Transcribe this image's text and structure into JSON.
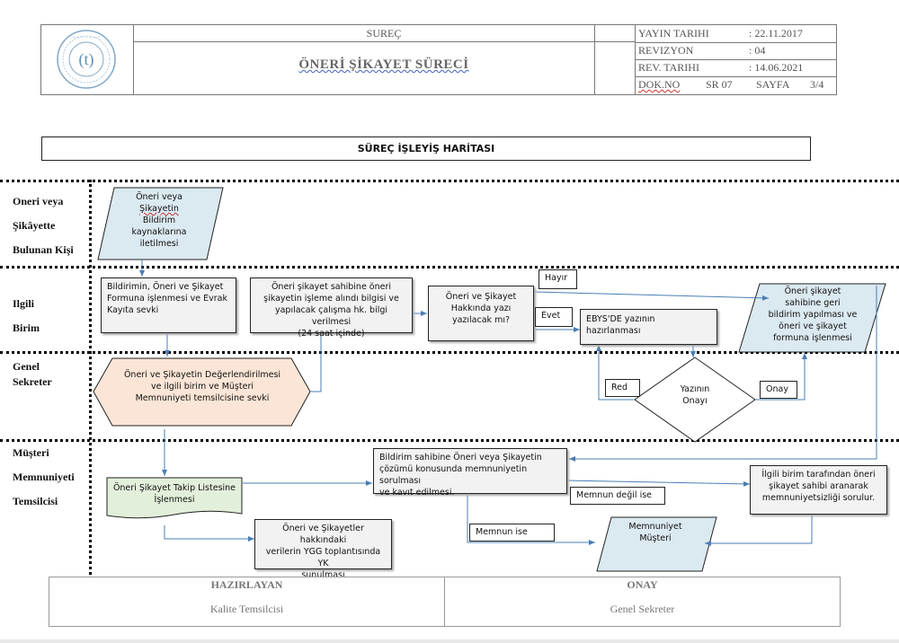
{
  "header": {
    "surec_label": "SUREÇ",
    "title": "ÖNERİ ŞİKAYET SÜRECİ",
    "meta": [
      {
        "key": "YAYIN TARIHI",
        "value": ": 22.11.2017"
      },
      {
        "key": "REVIZYON",
        "value": ": 04"
      },
      {
        "key": "REV. TARIHI",
        "value": ": 14.06.2021"
      }
    ],
    "dok_no_label": "DOK.NO",
    "dok_no_value": "SR 07",
    "sayfa_label": "SAYFA",
    "sayfa_value": "3/4"
  },
  "map_title": "SÜREÇ İŞLEYİŞ HARİTASI",
  "lanes": [
    {
      "lines": [
        "Oneri veya",
        "Şikâyette",
        "Bulunan Kişi"
      ]
    },
    {
      "lines": [
        "Ilgili",
        "Birim"
      ]
    },
    {
      "lines": [
        "Genel",
        "Sekreter"
      ]
    },
    {
      "lines": [
        "Müşteri",
        "Memnuniyeti",
        "Temsilcisi"
      ]
    }
  ],
  "nodes": {
    "start": [
      "Öneri veya",
      "Şikayetin",
      "Bildirim",
      "kaynaklarına",
      "iletilmesi"
    ],
    "register": [
      "Bildirimin, Öneri ve Şikayet",
      "Formuna işlenmesi ve Evrak",
      "Kayıta sevki"
    ],
    "inform": [
      "Öneri şikayet sahibine öneri",
      "şikayetin işleme alındı bilgisi ve",
      "yapılacak çalışma hk. bilgi verilmesi",
      "(24 saat içinde)"
    ],
    "decision_written": [
      "Öneri ve Şikayet",
      "Hakkında yazı",
      "yazılacak mı?"
    ],
    "ebys": "EBYS'DE yazının hazırlanması",
    "feedback": [
      "Öneri şikayet",
      "sahibine geri",
      "bildirim yapılması ve",
      "öneri ve şikayet",
      "formuna işlenmesi"
    ],
    "evaluate": [
      "Öneri ve Şikayetin Değerlendirilmesi",
      "ve ilgili birim ve Müşteri",
      "Memnuniyeti temsilcisine sevki"
    ],
    "approval": [
      "Yazının",
      "Onayı"
    ],
    "tracking": [
      "Öneri Şikayet Takip Listesine",
      "İşlenmesi"
    ],
    "satisfaction_ask": [
      "Bildirim sahibine Öneri veya Şikayetin",
      "çözümü konusunda memnuniyetin sorulması",
      "ve kavıt edilmesi."
    ],
    "unit_call": [
      "İlgili birim tarafından öneri",
      "şikayet sahibi aranarak",
      "memnuniyetsizliği sorulur."
    ],
    "ygg": [
      "Öneri ve Şikayetler hakkındaki",
      "verilerin YGG toplantısında YK",
      "sunulması"
    ],
    "satisfied_end": [
      "Memnuniyet",
      "Müşteri"
    ]
  },
  "labels": {
    "hayir": "Hayır",
    "evet": "Evet",
    "red": "Red",
    "onay": "Onay",
    "memnun_degil": "Memnun değil ise",
    "memnun": "Memnun ise"
  },
  "footer": {
    "left_heading": "HAZIRLAYAN",
    "left_sub": "Kalite Temsilcisi",
    "right_heading": "ONAY",
    "right_sub": "Genel Sekreter"
  },
  "colors": {
    "parallelogram_fill": "#dbe9f0",
    "hexagon_fill": "#fbe5d6",
    "document_fill": "#e2efda",
    "arrow": "#4a7eb5"
  }
}
